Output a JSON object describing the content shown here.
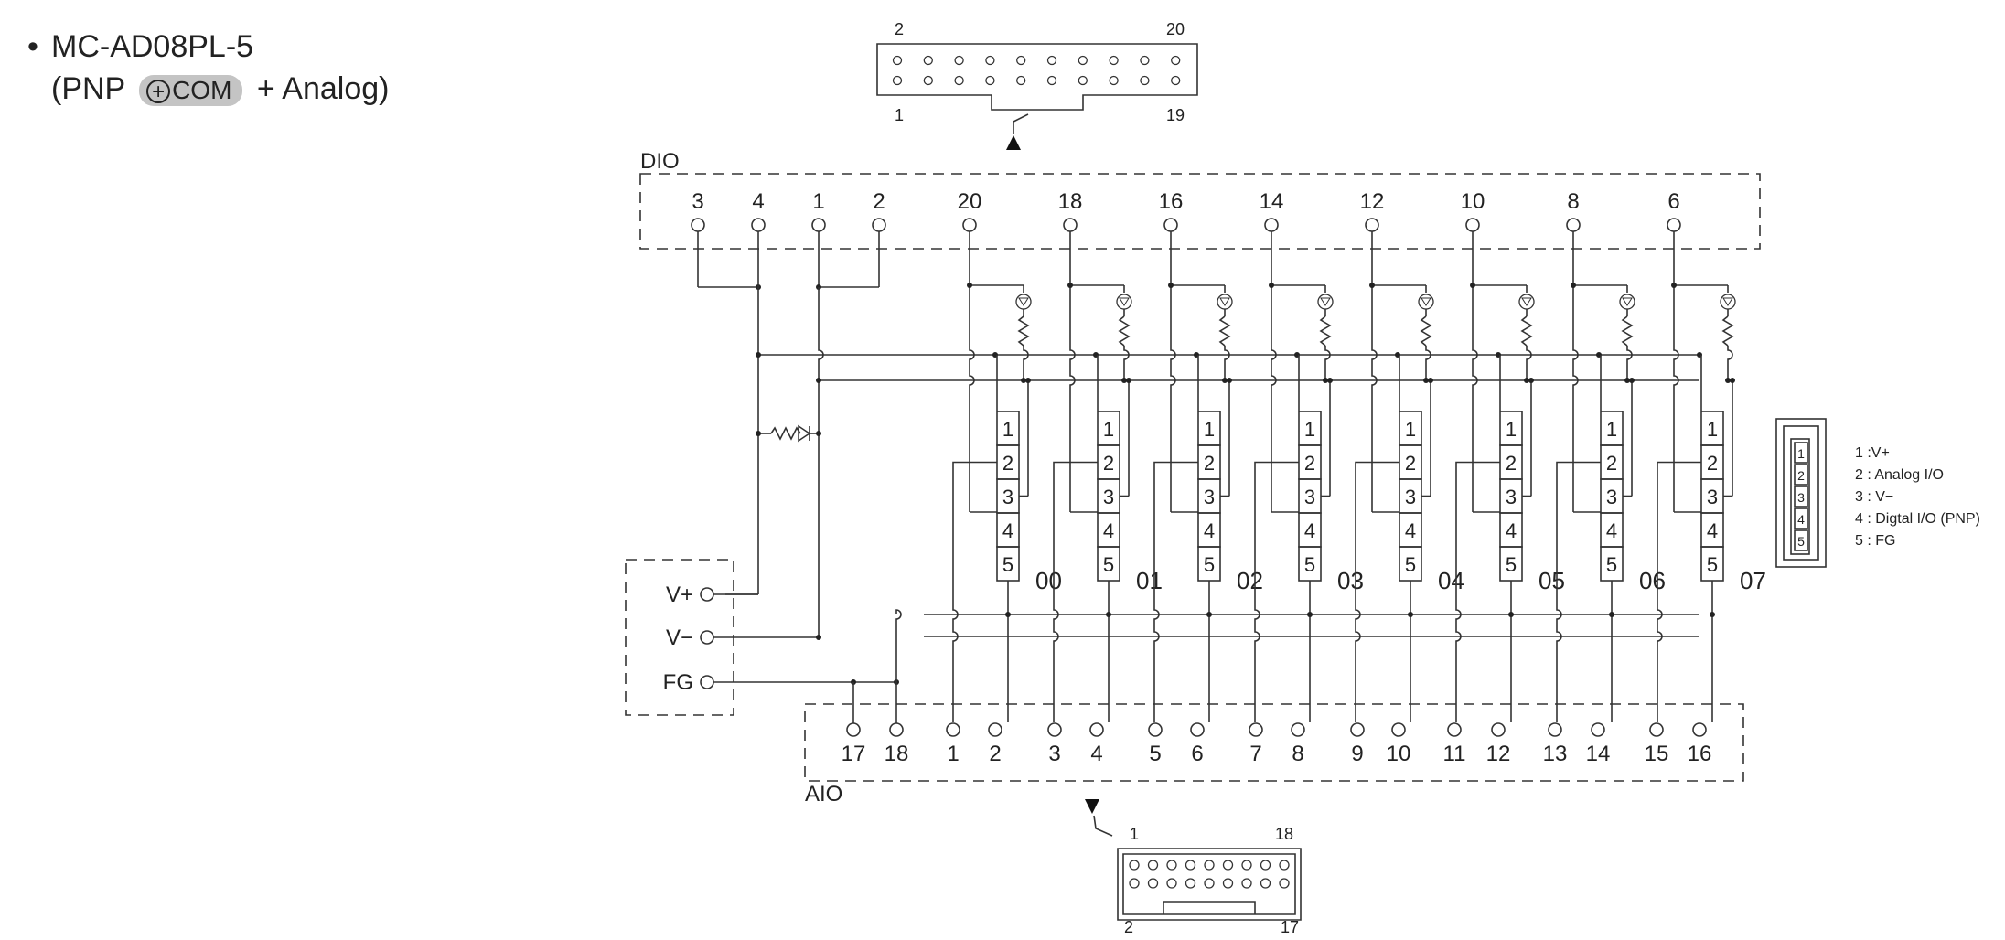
{
  "title": {
    "model": "MC-AD08PL-5",
    "prefix": "(PNP",
    "badge": "COM",
    "suffix": "+ Analog)"
  },
  "dio": {
    "label": "DIO",
    "top_pins": [
      "3",
      "4",
      "1",
      "2",
      "20",
      "18",
      "16",
      "14",
      "12",
      "10",
      "8",
      "6"
    ],
    "connector": {
      "top_left": "2",
      "top_right": "20",
      "bottom_left": "1",
      "bottom_right": "19"
    }
  },
  "power": {
    "v_plus": "V+",
    "v_minus": "V−",
    "fg": "FG"
  },
  "channels": [
    "00",
    "01",
    "02",
    "03",
    "04",
    "05",
    "06",
    "07"
  ],
  "module_pins": [
    "1",
    "2",
    "3",
    "4",
    "5"
  ],
  "aio": {
    "label": "AIO",
    "bottom_pins": [
      "17",
      "18",
      "1",
      "2",
      "3",
      "4",
      "5",
      "6",
      "7",
      "8",
      "9",
      "10",
      "11",
      "12",
      "13",
      "14",
      "15",
      "16"
    ],
    "connector": {
      "top_left": "1",
      "top_right": "18",
      "bottom_left": "2",
      "bottom_right": "17"
    }
  },
  "pin_legend": {
    "numbers": [
      "1",
      "2",
      "3",
      "4",
      "5"
    ],
    "items": [
      "1 :V+",
      "2 : Analog I/O",
      "3 : V−",
      "4 : Digtal I/O (PNP)",
      "5 : FG"
    ]
  }
}
